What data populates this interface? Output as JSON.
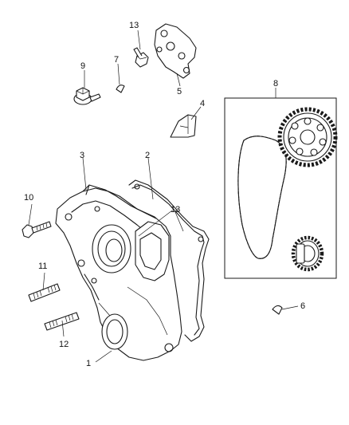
{
  "callouts": [
    {
      "id": "c1",
      "label": "1"
    },
    {
      "id": "c2",
      "label": "2"
    },
    {
      "id": "c3",
      "label": "3"
    },
    {
      "id": "c4",
      "label": "4"
    },
    {
      "id": "c5",
      "label": "5"
    },
    {
      "id": "c6",
      "label": "6"
    },
    {
      "id": "c7",
      "label": "7"
    },
    {
      "id": "c8",
      "label": "8"
    },
    {
      "id": "c9",
      "label": "9"
    },
    {
      "id": "c10",
      "label": "10"
    },
    {
      "id": "c11",
      "label": "11"
    },
    {
      "id": "c12",
      "label": "12"
    },
    {
      "id": "c13a",
      "label": "13"
    },
    {
      "id": "c13b",
      "label": "13"
    }
  ],
  "colors": {
    "ink": "#1a1a1a",
    "background": "#ffffff"
  }
}
